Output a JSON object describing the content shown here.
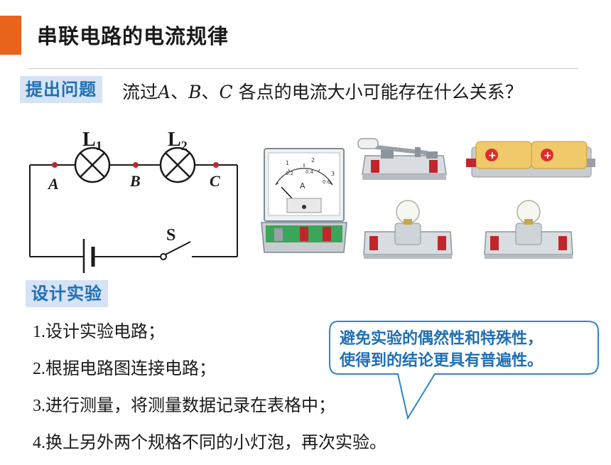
{
  "slide": {
    "title": "串联电路的电流规律",
    "accent_color": "#e8641c",
    "tag_color": "#1f6fb5"
  },
  "question": {
    "tag": "提出问题",
    "prefix": "流过",
    "point_a": "A",
    "sep1": "、",
    "point_b": "B",
    "sep2": "、",
    "point_c": "C",
    "suffix": " 各点的电流大小可能存在什么关系？"
  },
  "circuit": {
    "lamp1": "L",
    "lamp1_sub": "1",
    "lamp2": "L",
    "lamp2_sub": "2",
    "point_a": "A",
    "point_b": "B",
    "point_c": "C",
    "switch": "S"
  },
  "ammeter": {
    "unit": "A",
    "scale_top": [
      "1",
      "2",
      "3"
    ],
    "scale_bottom": [
      "0.2",
      "0.4",
      "0.6"
    ],
    "needle_value": 0
  },
  "design": {
    "tag": "设计实验",
    "steps": [
      {
        "num": "1.",
        "text": "设计实验电路；"
      },
      {
        "num": "2.",
        "text": "根据电路图连接电路；"
      },
      {
        "num": "3.",
        "text": "进行测量，将测量数据记录在表格中；"
      },
      {
        "num": "4.",
        "text": "换上另外两个规格不同的小灯泡，再次实验。"
      }
    ]
  },
  "callout": {
    "line1": "避免实验的偶然性和特殊性，",
    "line2": "使得到的结论更具有普遍性。"
  }
}
